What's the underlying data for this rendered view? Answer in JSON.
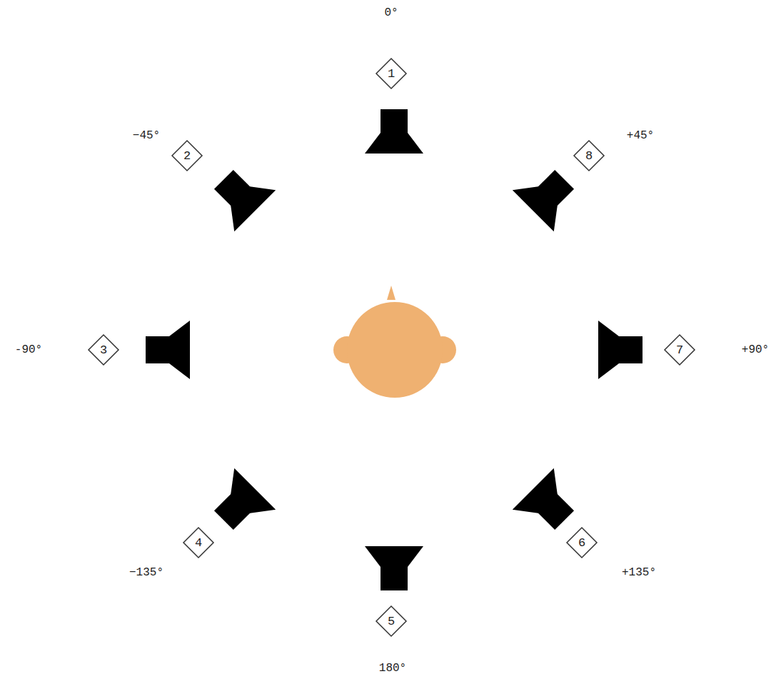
{
  "diagram": {
    "nodes": [
      {
        "text": [
          "1"
        ]
      },
      {
        "text": [
          "2"
        ]
      },
      {
        "text": [
          "8"
        ]
      },
      {
        "text": [
          "3"
        ]
      },
      {
        "text": [
          "7"
        ]
      },
      {
        "text": [
          "4"
        ]
      },
      {
        "text": [
          "6"
        ]
      },
      {
        "text": [
          "5"
        ]
      }
    ],
    "labels": [
      "0°",
      "−45°",
      "+45°",
      "-90°",
      "+90°",
      "−135°",
      "+135°",
      "180°"
    ]
  }
}
